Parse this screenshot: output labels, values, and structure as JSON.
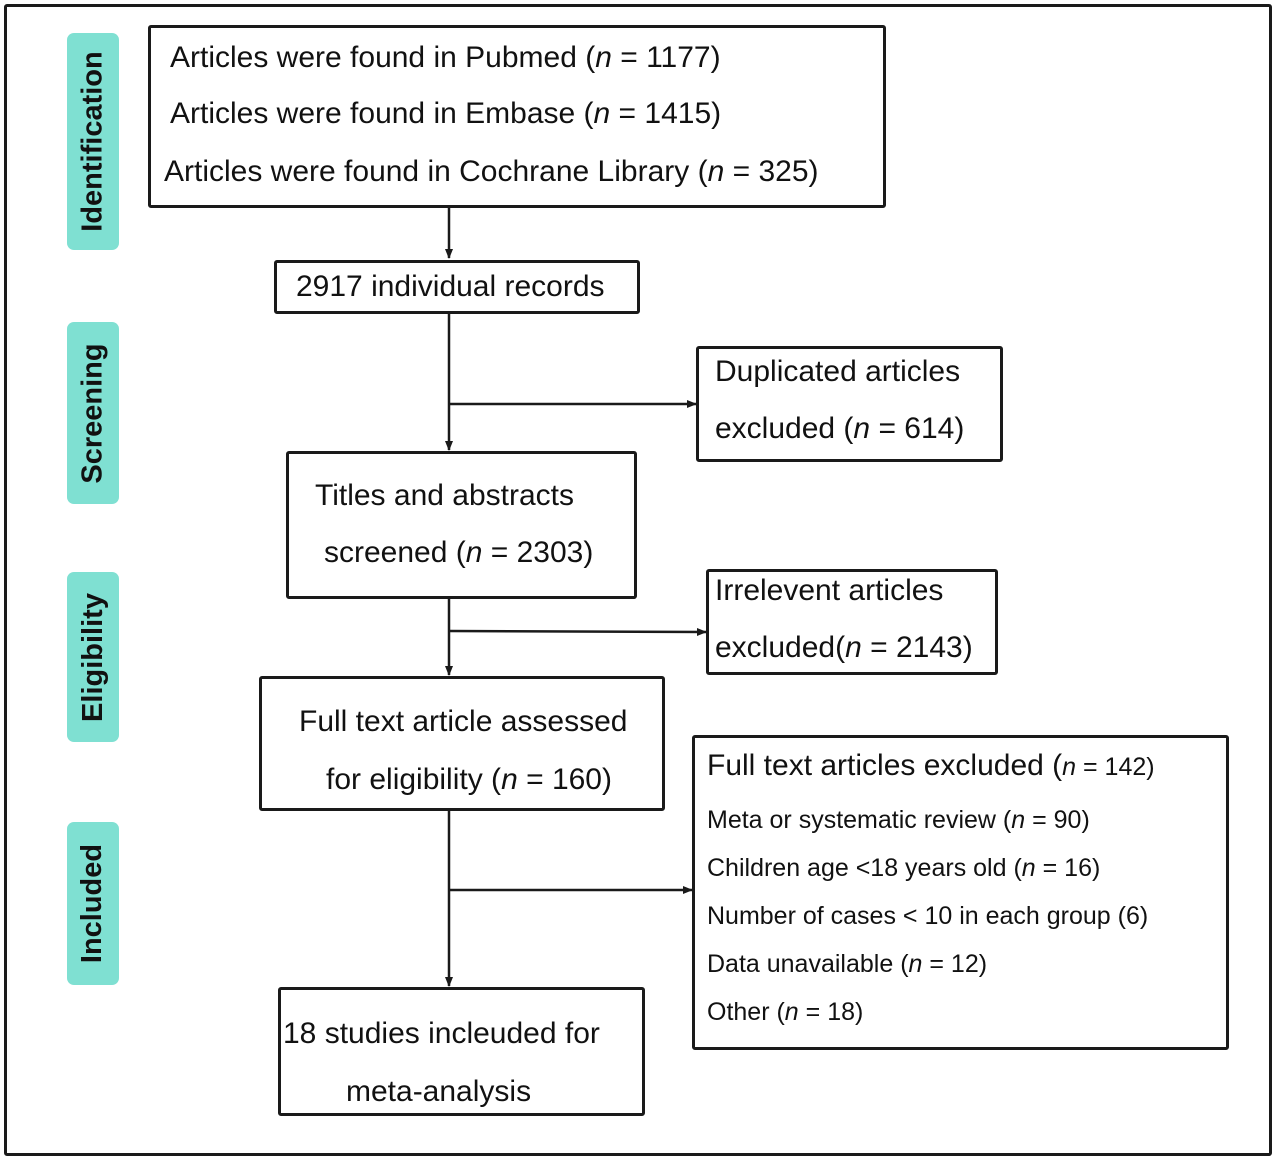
{
  "phases": {
    "identification": "Identification",
    "screening": "Screening",
    "eligibility": "Eligibility",
    "included": "Included"
  },
  "n_symbol": "n",
  "databases": [
    {
      "prefix": "Articles were found in Pubmed (",
      "eq": " = 1177)"
    },
    {
      "prefix": "Articles were found in Embase (",
      "eq": " = 1415)"
    },
    {
      "prefix": "Articles were found in Cochrane Library (",
      "eq": " = 325)"
    }
  ],
  "records": "2917 individual records",
  "duplicates": {
    "line1": "Duplicated articles",
    "prefix": "excluded (",
    "eq": " = 614)"
  },
  "screened": {
    "line1": "Titles and abstracts",
    "prefix": "screened (",
    "eq": " = 2303)"
  },
  "irrelevant": {
    "line1": "Irrelevent articles",
    "prefix": "excluded(",
    "eq": " = 2143)"
  },
  "fulltext": {
    "line1": "Full text article assessed",
    "prefix": "for eligibility (",
    "eq": " = 160)"
  },
  "excluded": {
    "title_prefix": "Full text articles excluded (",
    "title_eq": " = 142)",
    "reasons": [
      {
        "prefix": "Meta or systematic review (",
        "eq": " = 90)"
      },
      {
        "prefix": "Children age <18 years old (",
        "eq": " = 16)"
      },
      {
        "prefix": "Number of cases < 10 in each group (6)",
        "eq": ""
      },
      {
        "prefix": "Data unavailable (",
        "eq": " = 12)"
      },
      {
        "prefix": "Other (",
        "eq": " = 18)"
      }
    ]
  },
  "included_box": {
    "line1": "18 studies incleuded for",
    "line2": "meta-analysis"
  }
}
